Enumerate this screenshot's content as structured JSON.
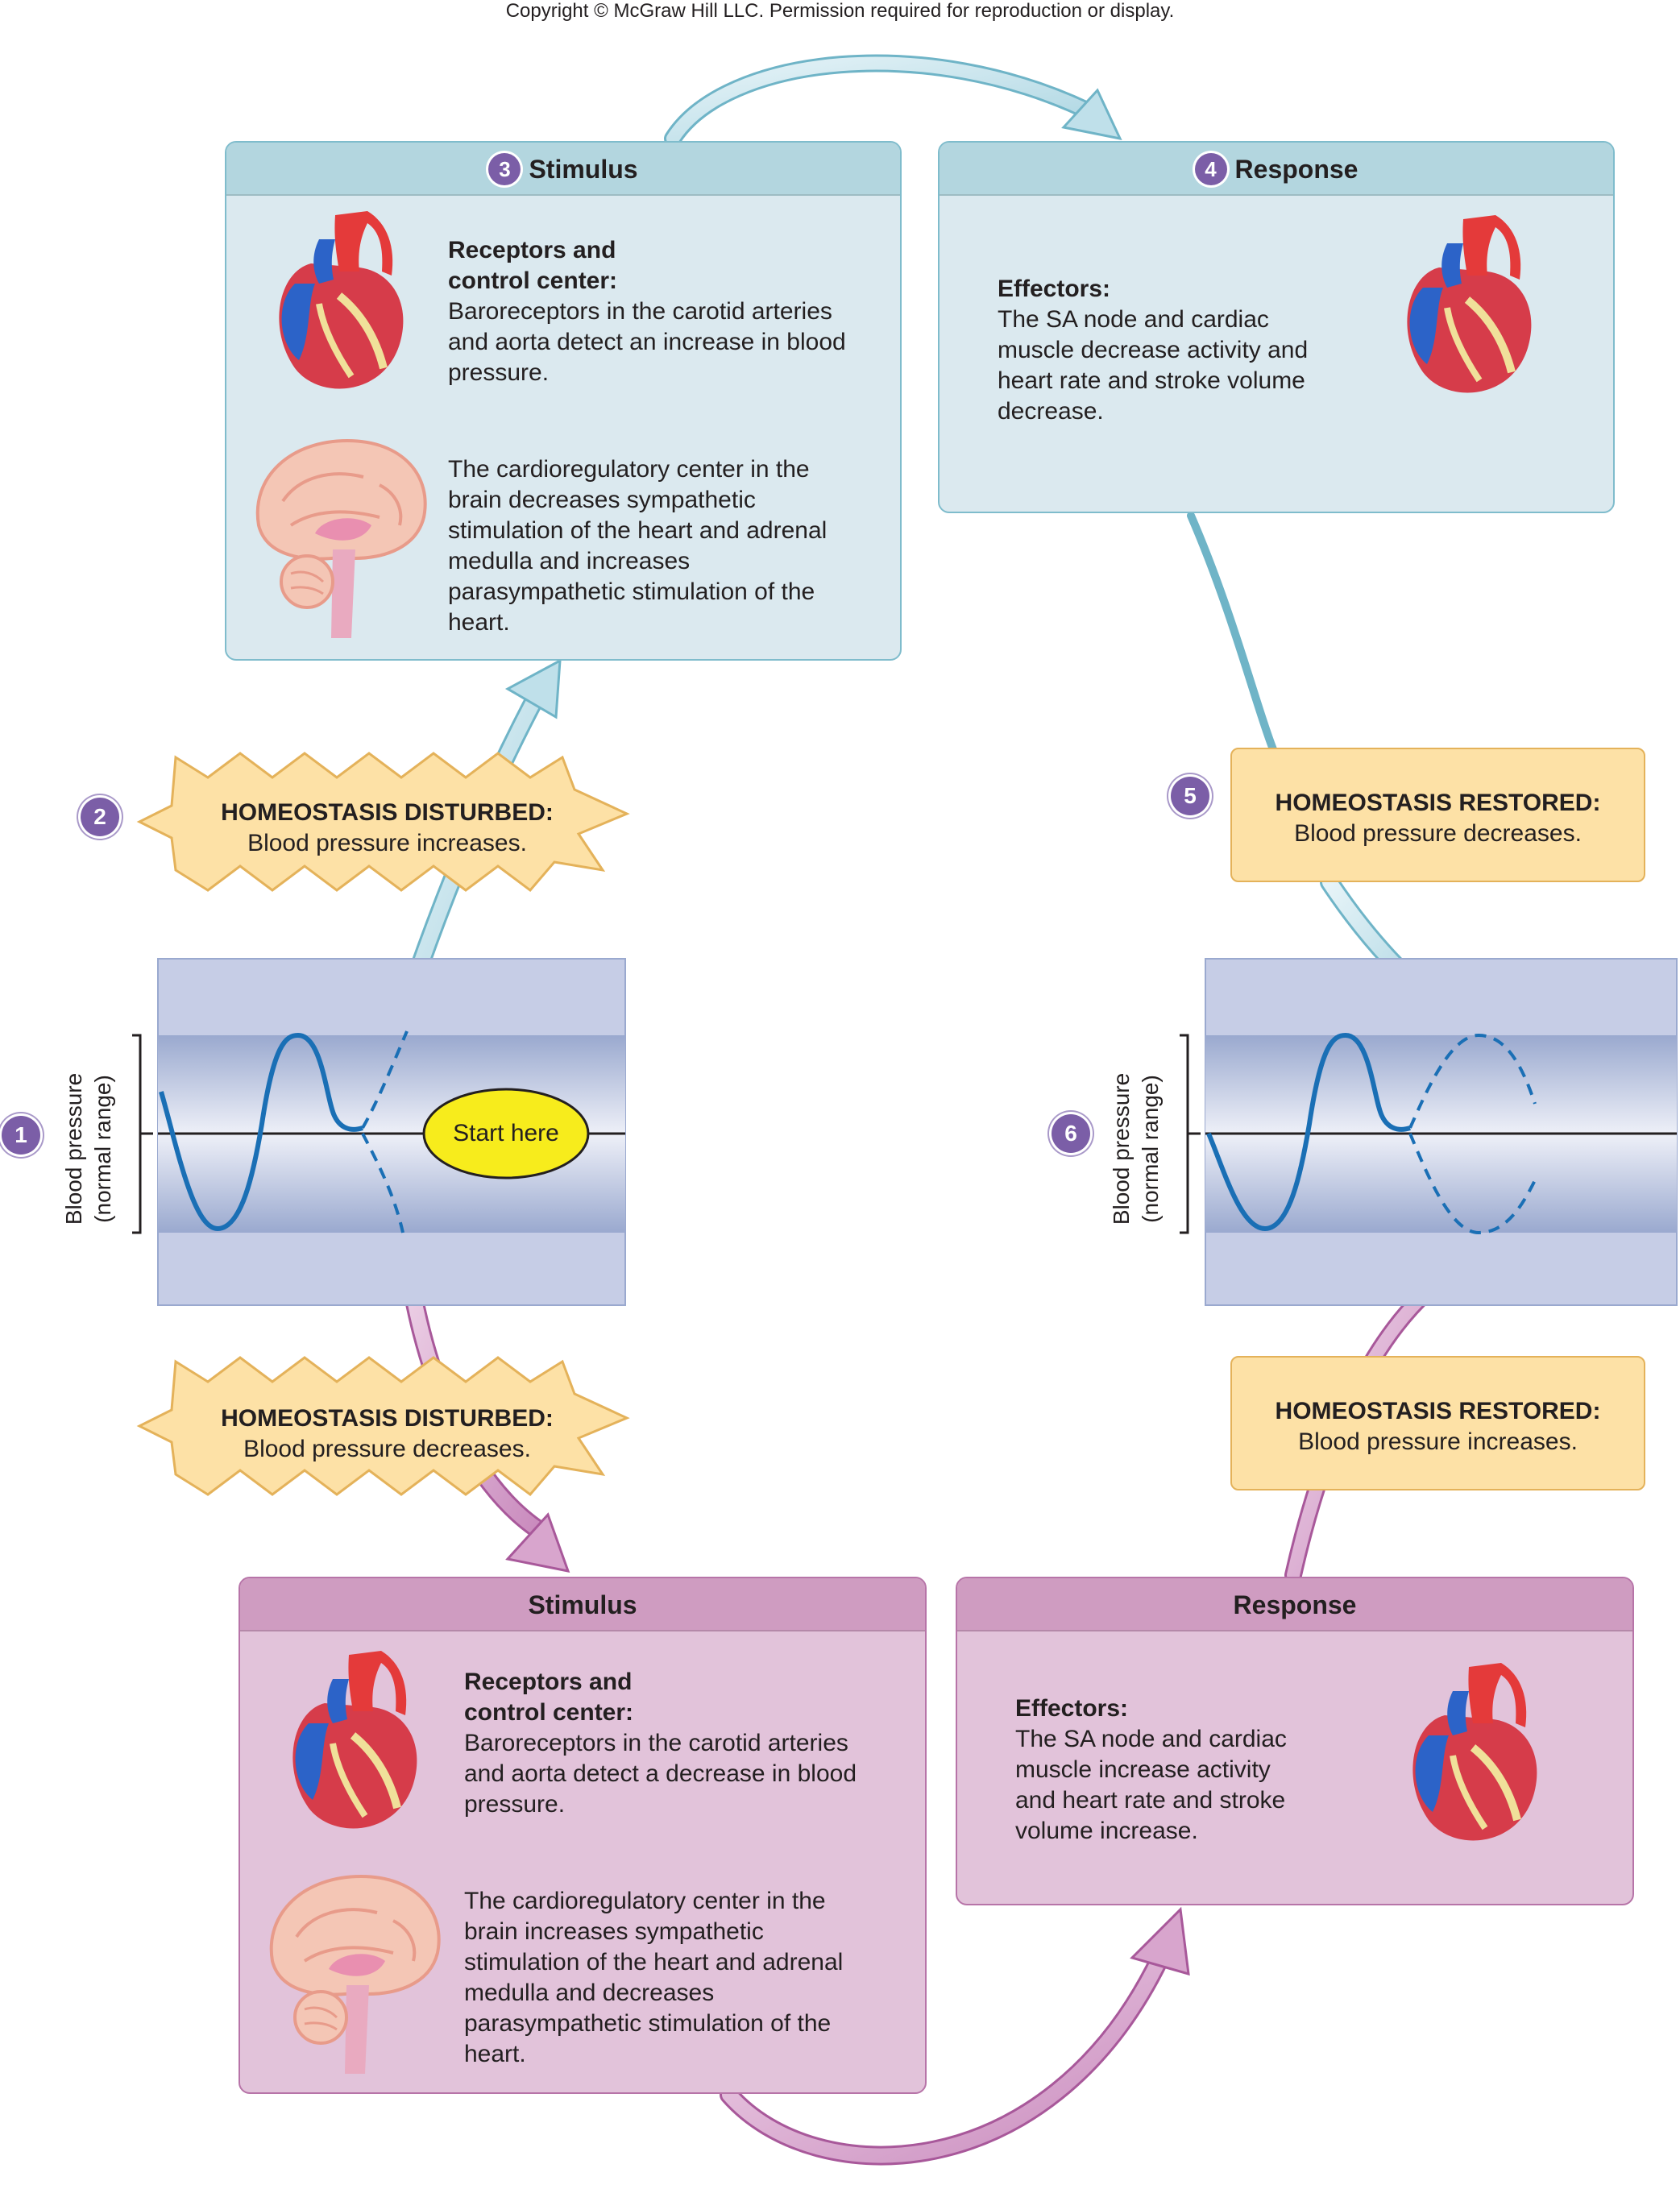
{
  "copyright": "Copyright © McGraw Hill LLC. Permission required for reproduction or display.",
  "top_stimulus": {
    "number": "3",
    "title": "Stimulus",
    "receptors_heading_1": "Receptors and",
    "receptors_heading_2": "control center:",
    "receptors_lines": [
      "Baroreceptors in the carotid arteries",
      "and aorta detect an increase in blood",
      "pressure."
    ],
    "center_lines": [
      "The cardioregulatory center in the",
      "brain decreases sympathetic",
      "stimulation of the heart and adrenal",
      "medulla and increases",
      "parasympathetic stimulation of the",
      "heart."
    ]
  },
  "top_response": {
    "number": "4",
    "title": "Response",
    "effectors_heading": "Effectors:",
    "effectors_lines": [
      "The SA node and cardiac",
      "muscle decrease activity and",
      "heart rate and stroke volume",
      "decrease."
    ]
  },
  "disturbed_top": {
    "number": "2",
    "heading": "HOMEOSTASIS DISTURBED:",
    "text": "Blood pressure increases."
  },
  "restored_top": {
    "number": "5",
    "heading": "HOMEOSTASIS RESTORED:",
    "text": "Blood pressure decreases."
  },
  "graph_left": {
    "number": "1",
    "ylabel_1": "Blood pressure",
    "ylabel_2": "(normal range)",
    "start_label": "Start here"
  },
  "graph_right": {
    "number": "6",
    "ylabel_1": "Blood pressure",
    "ylabel_2": "(normal range)"
  },
  "disturbed_bottom": {
    "heading": "HOMEOSTASIS DISTURBED:",
    "text": "Blood pressure decreases."
  },
  "restored_bottom": {
    "heading": "HOMEOSTASIS RESTORED:",
    "text": "Blood pressure increases."
  },
  "bottom_stimulus": {
    "title": "Stimulus",
    "receptors_heading_1": "Receptors and",
    "receptors_heading_2": "control center:",
    "receptors_lines": [
      "Baroreceptors in the carotid arteries",
      "and aorta detect a decrease in blood",
      "pressure."
    ],
    "center_lines": [
      "The cardioregulatory center in the",
      "brain increases sympathetic",
      "stimulation of the heart and adrenal",
      "medulla and decreases",
      "parasympathetic stimulation of the",
      "heart."
    ]
  },
  "bottom_response": {
    "title": "Response",
    "effectors_heading": "Effectors:",
    "effectors_lines": [
      "The SA node and cardiac",
      "muscle increase activity",
      "and heart rate and stroke",
      "volume increase."
    ]
  },
  "colors": {
    "blue_panel": "#dbe9ef",
    "blue_header": "#b3d6df",
    "pink_panel": "#e2c3da",
    "pink_header": "#cf9cc1",
    "homeostasis_box": "#fde1a6",
    "badge": "#7b5ea7",
    "wave": "#1a6fb5",
    "start_oval": "#f7ec1c",
    "arrow_blue": "#bfe0ea",
    "arrow_pink": "#d8a5cd"
  }
}
